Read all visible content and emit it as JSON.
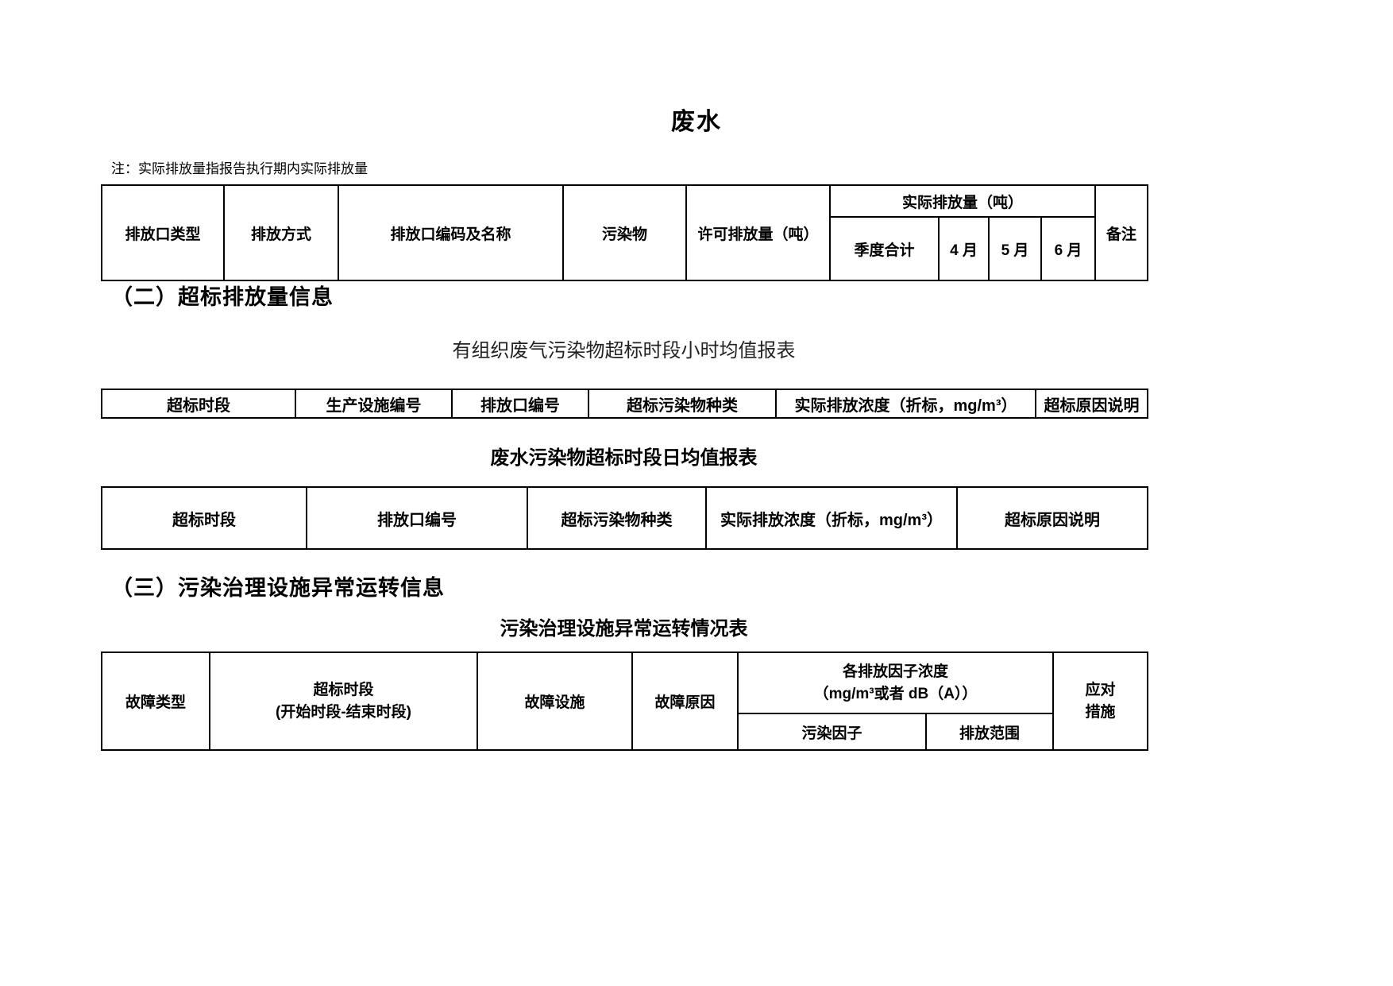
{
  "document": {
    "title": "废水",
    "note": "注：实际排放量指报告执行期内实际排放量",
    "section2_heading": "（二）超标排放量信息",
    "section3_heading": "（三）污染治理设施异常运转信息",
    "hourly_table_title": "有组织废气污染物超标时段小时均值报表",
    "daily_table_title": "废水污染物超标时段日均值报表",
    "abnormal_table_title": "污染治理设施异常运转情况表"
  },
  "wastewater_table": {
    "col_outlet_type": "排放口类型",
    "col_discharge_mode": "排放方式",
    "col_outlet_code_name": "排放口编码及名称",
    "col_pollutant": "污染物",
    "col_permitted_amount": "许可排放量（吨）",
    "group_actual_amount": "实际排放量（吨）",
    "col_quarter_total": "季度合计",
    "col_april": "4 月",
    "col_may": "5 月",
    "col_june": "6 月",
    "col_remark": "备注"
  },
  "hourly_table": {
    "headers": [
      "超标时段",
      "生产设施编号",
      "排放口编号",
      "超标污染物种类",
      "实际排放浓度（折标，mg/m³）",
      "超标原因说明"
    ]
  },
  "daily_table": {
    "headers": [
      "超标时段",
      "排放口编号",
      "超标污染物种类",
      "实际排放浓度（折标，mg/m³）",
      "超标原因说明"
    ]
  },
  "abnormal_table": {
    "col_fault_type": "故障类型",
    "col_period_line1": "超标时段",
    "col_period_line2": "(开始时段-结束时段)",
    "col_fault_facility": "故障设施",
    "col_fault_reason": "故障原因",
    "group_factor_line1": "各排放因子浓度",
    "group_factor_line2": "（mg/m³或者 dB（A））",
    "col_pollution_factor": "污染因子",
    "col_discharge_range": "排放范围",
    "col_response_line1": "应对",
    "col_response_line2": "措施"
  }
}
